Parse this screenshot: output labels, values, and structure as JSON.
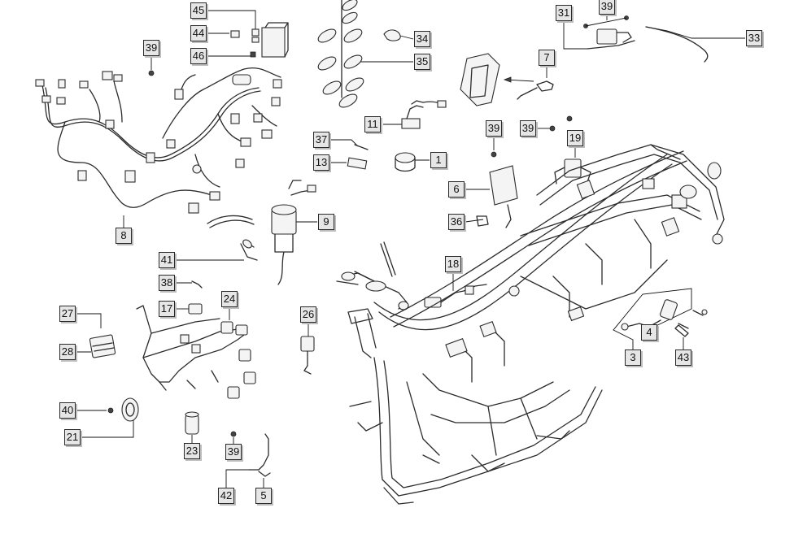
{
  "diagram": {
    "callouts": {
      "c45": "45",
      "c44": "44",
      "c46": "46",
      "c39a": "39",
      "c8": "8",
      "c34": "34",
      "c35": "35",
      "c11": "11",
      "c37": "37",
      "c13": "13",
      "c1": "1",
      "c9": "9",
      "c41": "41",
      "c38": "38",
      "c17": "17",
      "c24": "24",
      "c27": "27",
      "c28": "28",
      "c26": "26",
      "c40": "40",
      "c21": "21",
      "c23": "23",
      "c39b": "39",
      "c42": "42",
      "c5": "5",
      "c31": "31",
      "c39c": "39",
      "c33": "33",
      "c7": "7",
      "c39d": "39",
      "c39e": "39",
      "c19": "19",
      "c6": "6",
      "c36": "36",
      "c18": "18",
      "c4": "4",
      "c3": "3",
      "c43": "43"
    }
  }
}
